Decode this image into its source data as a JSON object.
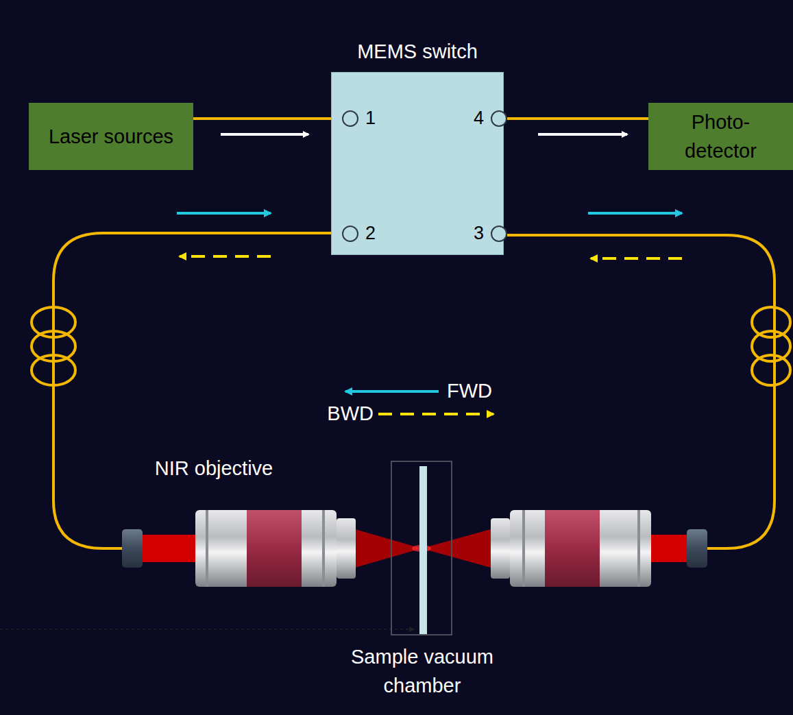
{
  "diagram": {
    "nodes": [
      {
        "text": [
          "Laser sources"
        ]
      },
      {
        "text": [
          "MEMS switch"
        ]
      },
      {
        "text": [
          "1"
        ],
        "in": 1
      },
      {
        "text": [
          "4"
        ],
        "in": 1
      },
      {
        "text": [
          "2"
        ],
        "in": 1
      },
      {
        "text": [
          "3"
        ],
        "in": 1
      },
      {
        "text": [
          "Photo- detector"
        ]
      },
      {
        "text": [
          "Sample vacuum chamber"
        ]
      }
    ],
    "edges": [
      {
        "from": 0,
        "to": 2,
        "arrow": "none"
      },
      {
        "from": 3,
        "to": 6,
        "arrow": "none"
      },
      {
        "from": 2,
        "to": 4,
        "arrow": "none"
      },
      {
        "from": 3,
        "to": 5,
        "arrow": "none"
      },
      {
        "from": 2,
        "to": 5,
        "arrow": "none"
      },
      {
        "from": 4,
        "to": 3,
        "arrow": "none"
      }
    ],
    "labels": [
      "NIR objective"
    ],
    "legend": [
      {
        "text": "FWD"
      },
      {
        "text": "BWD"
      }
    ]
  }
}
